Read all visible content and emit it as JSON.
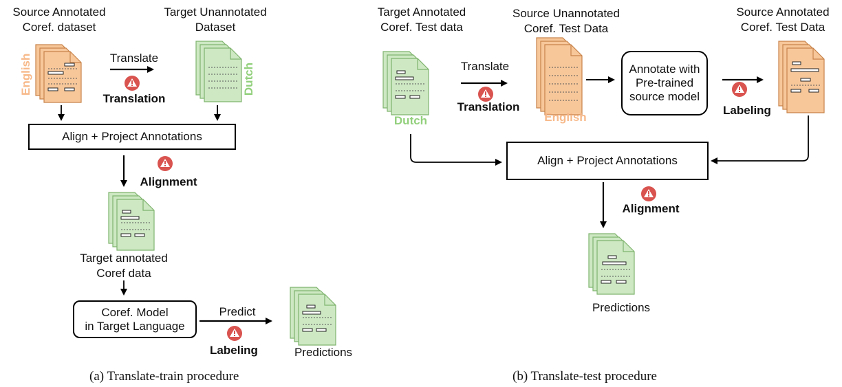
{
  "colors": {
    "source_doc": "#f7c79a",
    "source_doc_stroke": "#c8834a",
    "target_doc": "#cde8c3",
    "target_doc_stroke": "#7fb46e",
    "warning": "#d9534f",
    "english_text": "#f7b98a",
    "dutch_text": "#92d07c"
  },
  "left": {
    "source_label_1": "Source Annotated",
    "source_label_2": "Coref. dataset",
    "target_label_1": "Target Unannotated",
    "target_label_2": "Dataset",
    "english": "English",
    "dutch": "Dutch",
    "translate": "Translate",
    "translation": "Translation",
    "align_box": "Align + Project Annotations",
    "alignment": "Alignment",
    "target_annotated_1": "Target annotated",
    "target_annotated_2": "Coref data",
    "model_1": "Coref. Model",
    "model_2": "in Target Language",
    "predict": "Predict",
    "labeling": "Labeling",
    "predictions": "Predictions",
    "caption": "(a) Translate-train procedure"
  },
  "right": {
    "target_label_1": "Target Annotated",
    "target_label_2": "Coref. Test data",
    "source_unann_1": "Source Unannotated",
    "source_unann_2": "Coref. Test Data",
    "source_ann_1": "Source Annotated",
    "source_ann_2": "Coref. Test Data",
    "dutch": "Dutch",
    "english": "English",
    "translate": "Translate",
    "translation": "Translation",
    "annotate_1": "Annotate with",
    "annotate_2": "Pre-trained",
    "annotate_3": "source model",
    "labeling": "Labeling",
    "align_box": "Align + Project Annotations",
    "alignment": "Alignment",
    "predictions": "Predictions",
    "caption": "(b) Translate-test procedure"
  }
}
